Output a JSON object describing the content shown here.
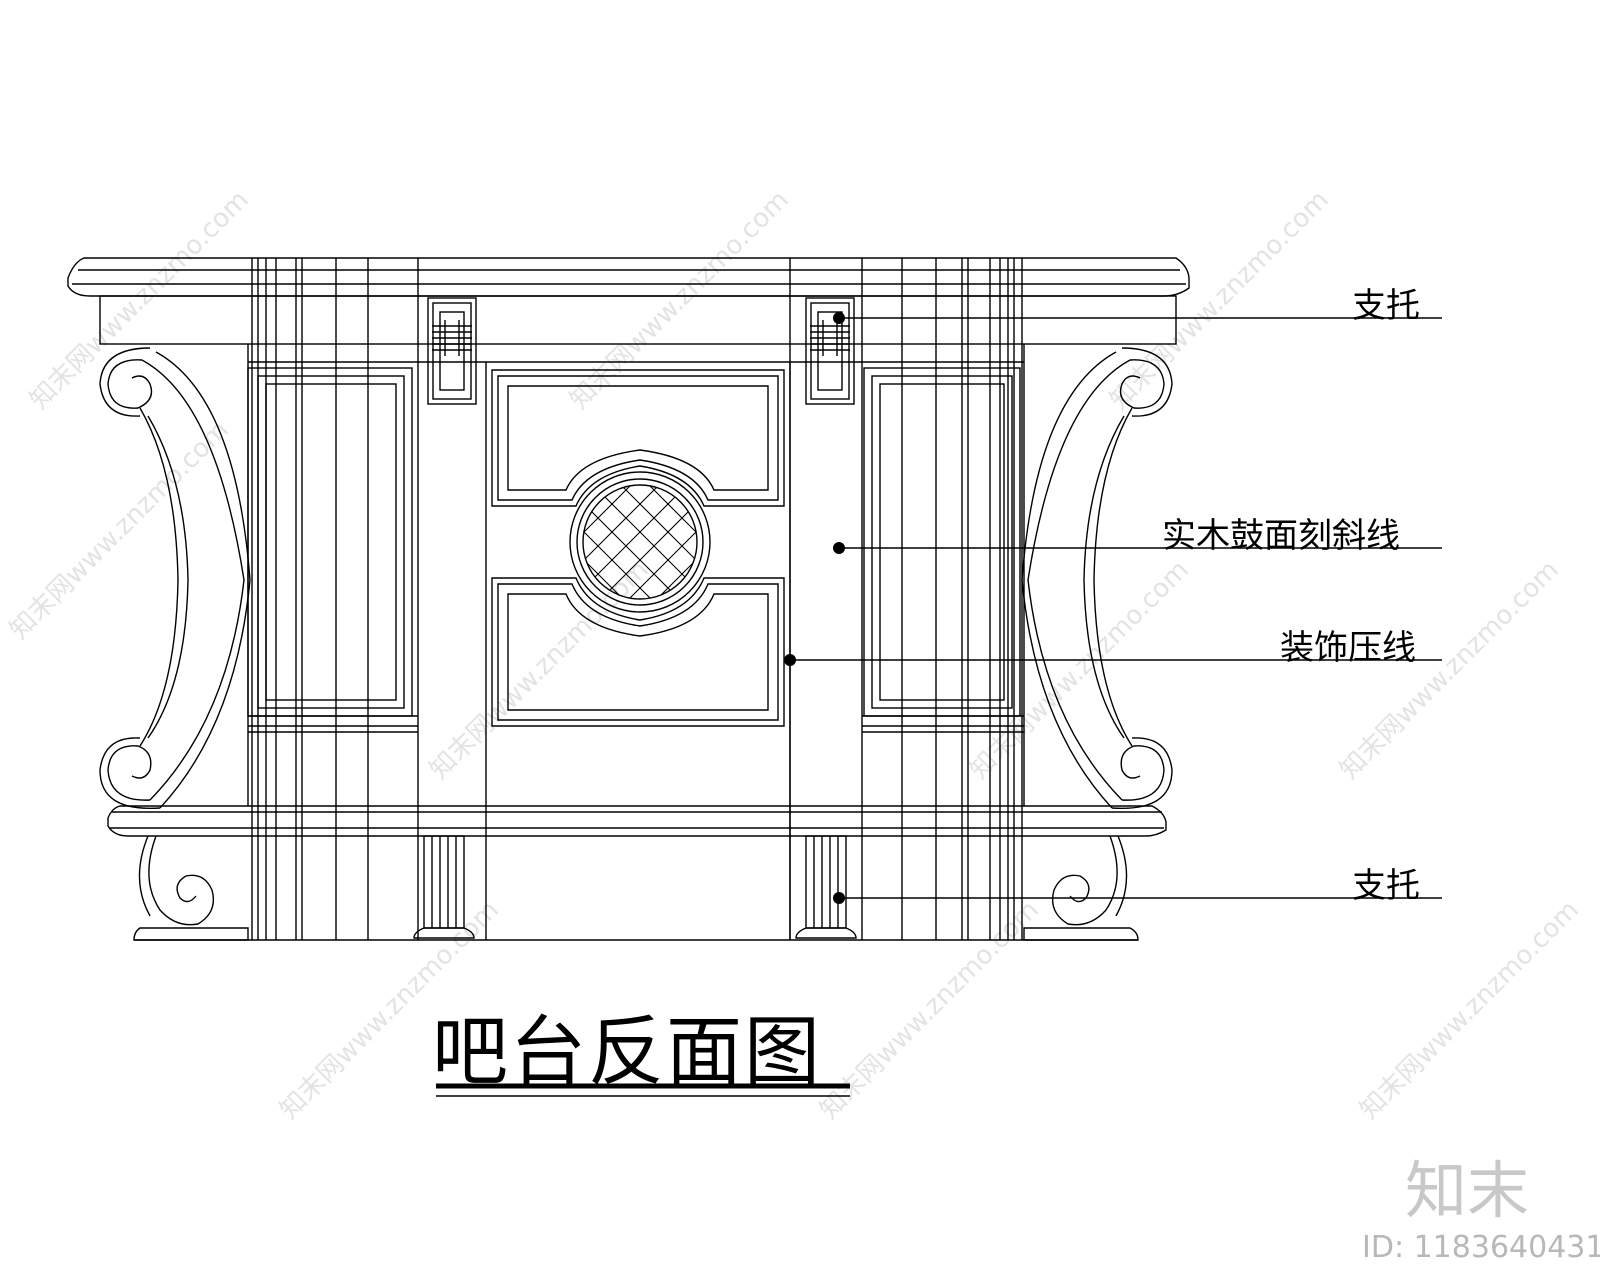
{
  "drawing": {
    "title": "吧台反面图",
    "callouts": [
      {
        "id": "support-top",
        "text": "支托"
      },
      {
        "id": "drum-face",
        "text": "实木鼓面刻斜线"
      },
      {
        "id": "molding",
        "text": "装饰压线"
      },
      {
        "id": "support-bottom",
        "text": "支托"
      }
    ]
  },
  "watermark": {
    "logo": "知末",
    "id_text": "ID: 1183640431",
    "pattern_text": "知末网www.znzmo.com"
  }
}
